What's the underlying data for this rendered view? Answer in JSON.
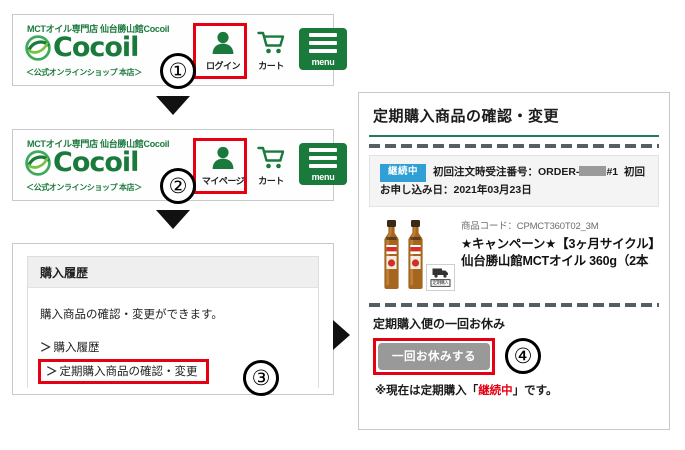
{
  "brand": {
    "tagline": "MCTオイル専門店 仙台勝山館Cocoil",
    "name": "Cocoil",
    "sub": "＜公式オンラインショップ 本店＞",
    "swoosh_icon": "swoosh-logo-icon",
    "leaf_icon": "leaf-accent-icon"
  },
  "steps": {
    "one": "①",
    "two": "②",
    "three": "③",
    "four": "④"
  },
  "panel_login": {
    "icons": [
      {
        "name": "person-icon",
        "caption": "ログイン"
      },
      {
        "name": "cart-icon",
        "caption": "カート"
      }
    ],
    "menu_label": "menu"
  },
  "panel_mypage": {
    "icons": [
      {
        "name": "person-icon",
        "caption": "マイページ"
      },
      {
        "name": "cart-icon",
        "caption": "カート"
      }
    ],
    "menu_label": "menu"
  },
  "panel_history": {
    "heading": "購入履歴",
    "description": "購入商品の確認・変更ができます。",
    "links": [
      {
        "chevron": "＞",
        "label": "購入履歴",
        "highlighted": false
      },
      {
        "chevron": "＞",
        "label": "定期購入商品の確認・変更",
        "highlighted": true
      }
    ]
  },
  "panel_subscription": {
    "title": "定期購入商品の確認・変更",
    "status_badge": "継続中",
    "order_label_prefix": "初回注文時受注番号：ORDER-",
    "order_label_suffix": "#1",
    "first_order_label": "初回お申し込み日：2021年03月23日",
    "product": {
      "code_label": "商品コード：CPMCT360T02_3M",
      "name": "★キャンペーン★【3ヶ月サイクル】仙台勝山館MCTオイル 360g（2本",
      "thumb_icon": "oil-bottles-image",
      "truck_badge_icon": "delivery-truck-icon",
      "truck_badge_text": "定期購入"
    },
    "rest": {
      "title": "定期購入便の一回お休み",
      "button_label": "一回お休みする",
      "note_prefix": "※現在は定期購入「",
      "note_highlight": "継続中",
      "note_suffix": "」です。"
    }
  },
  "arrows": {
    "down_1": "arrow-down-icon",
    "down_2": "arrow-down-icon",
    "right_1": "arrow-right-icon"
  },
  "colors": {
    "brand_green": "#1a7a3c",
    "accent_red": "#e60012",
    "badge_blue": "#2f9fd6",
    "title_underline": "#27795c",
    "button_gray": "#999999"
  }
}
